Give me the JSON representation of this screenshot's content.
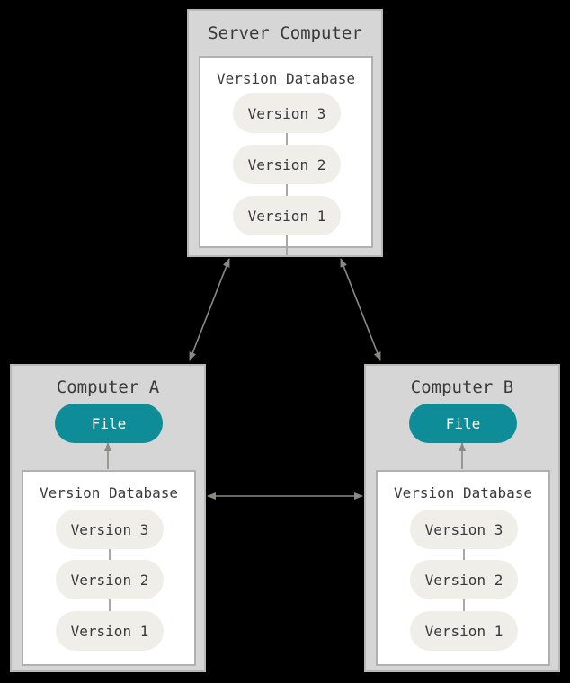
{
  "server": {
    "title": "Server Computer",
    "database": {
      "title": "Version Database",
      "versions": [
        "Version 3",
        "Version 2",
        "Version 1"
      ]
    }
  },
  "computer_a": {
    "title": "Computer A",
    "file_label": "File",
    "database": {
      "title": "Version Database",
      "versions": [
        "Version 3",
        "Version 2",
        "Version 1"
      ]
    }
  },
  "computer_b": {
    "title": "Computer B",
    "file_label": "File",
    "database": {
      "title": "Version Database",
      "versions": [
        "Version 3",
        "Version 2",
        "Version 1"
      ]
    }
  },
  "colors": {
    "background": "#000000",
    "computer_fill": "#d6d6d6",
    "database_fill": "#ffffff",
    "version_pill": "#efeee8",
    "file_pill": "#0e8c98",
    "arrow": "#8a8a84"
  }
}
